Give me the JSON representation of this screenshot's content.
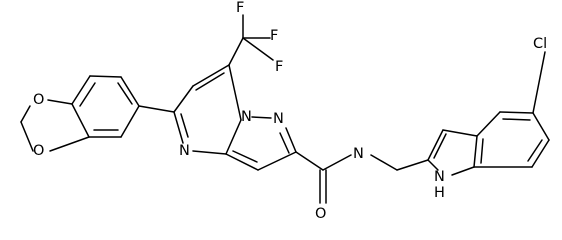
{
  "molecule": {
    "atoms": {
      "F1": "F",
      "F2": "F",
      "F3": "F",
      "O1": "O",
      "O2": "O",
      "N1": "N",
      "N2": "N",
      "N3": "N",
      "N4": "N",
      "N5": "N",
      "H1": "H",
      "Cl": "Cl",
      "O3": "O"
    }
  }
}
